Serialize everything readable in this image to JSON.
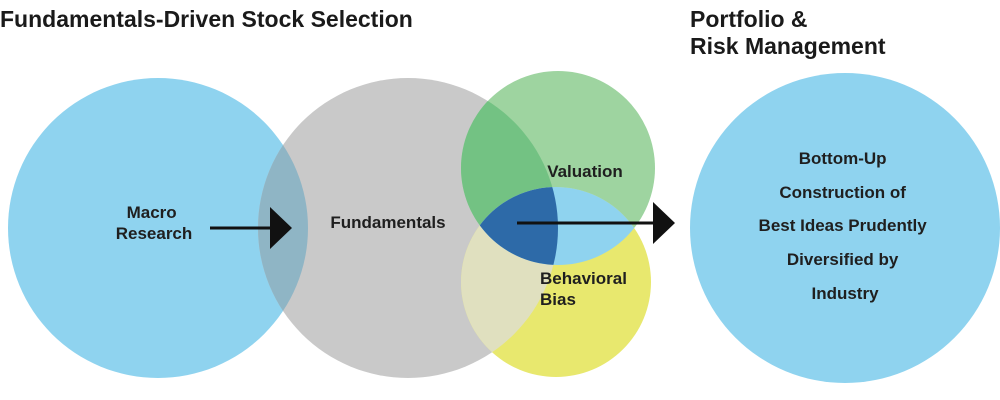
{
  "headings": {
    "left": "Fundamentals-Driven Stock Selection",
    "right_line1": "Portfolio &",
    "right_line2": "Risk Management"
  },
  "circles": {
    "macro": {
      "line1": "Macro",
      "line2": "Research",
      "color": "#8fd3ef"
    },
    "fundamentals": {
      "label": "Fundamentals",
      "color": "#c9c9c9"
    },
    "valuation": {
      "label": "Valuation",
      "color": "#9ed4a0"
    },
    "behavioral": {
      "line1": "Behavioral",
      "line2": "Bias",
      "color": "#e8e86e"
    },
    "portfolio": {
      "lines": [
        "Bottom-Up",
        "Construction of",
        "Best Ideas Prudently",
        "Diversified by",
        "Industry"
      ],
      "color": "#8fd3ef"
    }
  },
  "overlap_colors": {
    "macro_fundamentals": "#8fb5c5",
    "fundamentals_valuation": "#73c283",
    "fundamentals_behavioral": "#e0e0bf",
    "valuation_behavioral": "#8fd3ef",
    "center": "#2d6aa8"
  },
  "arrow_color": "#111111"
}
